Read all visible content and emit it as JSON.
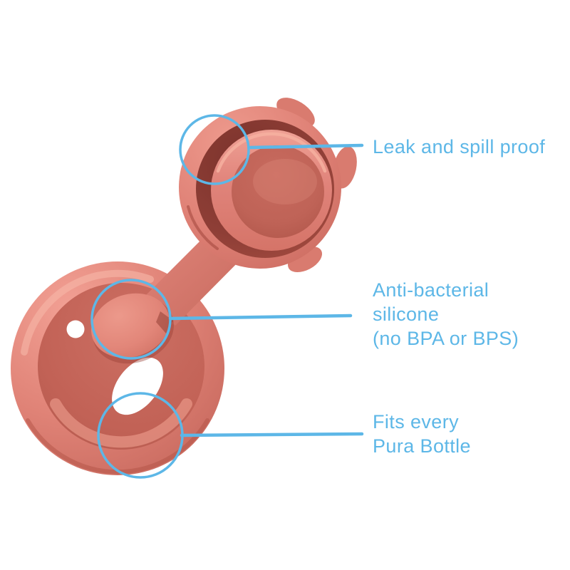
{
  "page": {
    "background": "#ffffff"
  },
  "accent_color": "#5db7e7",
  "product": {
    "label": "silicone sealing disc with flip cap",
    "colors": {
      "coral_highlight": "#f2a094",
      "coral_main": "#e08377",
      "coral_shadow": "#c4655a",
      "coral_deep": "#8e3e36",
      "hole_white": "#ffffff"
    }
  },
  "annotations": [
    {
      "id": "leak-spill-proof",
      "lines": [
        "Leak and spill proof"
      ]
    },
    {
      "id": "anti-bacterial-silicone",
      "lines": [
        "Anti-bacterial",
        "silicone",
        "(no BPA or BPS)"
      ]
    },
    {
      "id": "fits-every-pura-bottle",
      "lines": [
        "Fits every",
        "Pura Bottle"
      ]
    }
  ]
}
